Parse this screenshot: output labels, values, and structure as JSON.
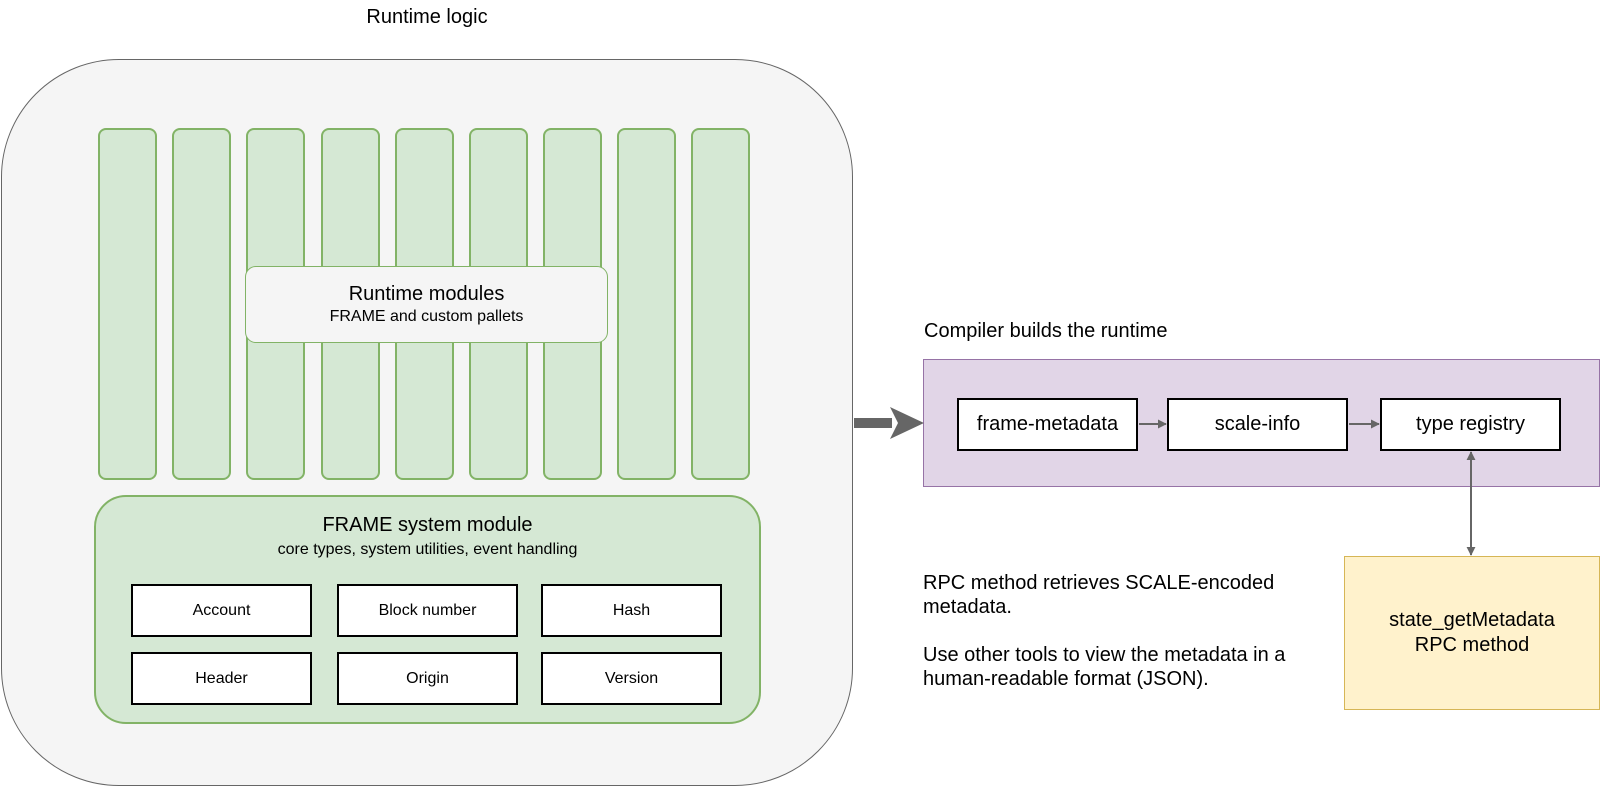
{
  "runtime": {
    "title": "Runtime logic",
    "modules_title": "Runtime modules",
    "modules_subtitle": "FRAME and custom pallets",
    "system_title": "FRAME system module",
    "system_subtitle": "core types, system utilities, event handling",
    "system_items": [
      "Account",
      "Block number",
      "Hash",
      "Header",
      "Origin",
      "Version"
    ]
  },
  "compiler": {
    "title": "Compiler builds the runtime",
    "steps": [
      "frame-metadata",
      "scale-info",
      "type registry"
    ]
  },
  "rpc": {
    "line1": "state_getMetadata",
    "line2": "RPC method"
  },
  "notes": {
    "line1": "RPC method retrieves SCALE-encoded metadata.",
    "line2": "Use other tools to view the metadata in a human-readable format (JSON)."
  },
  "colors": {
    "container_fill": "#f5f5f5",
    "module_fill": "#d5e8d4",
    "module_stroke": "#82b366",
    "compiler_fill": "#e1d5e7",
    "compiler_stroke": "#9673a6",
    "rpc_fill": "#fff2cc",
    "rpc_stroke": "#d6b656",
    "arrow": "#666666"
  }
}
